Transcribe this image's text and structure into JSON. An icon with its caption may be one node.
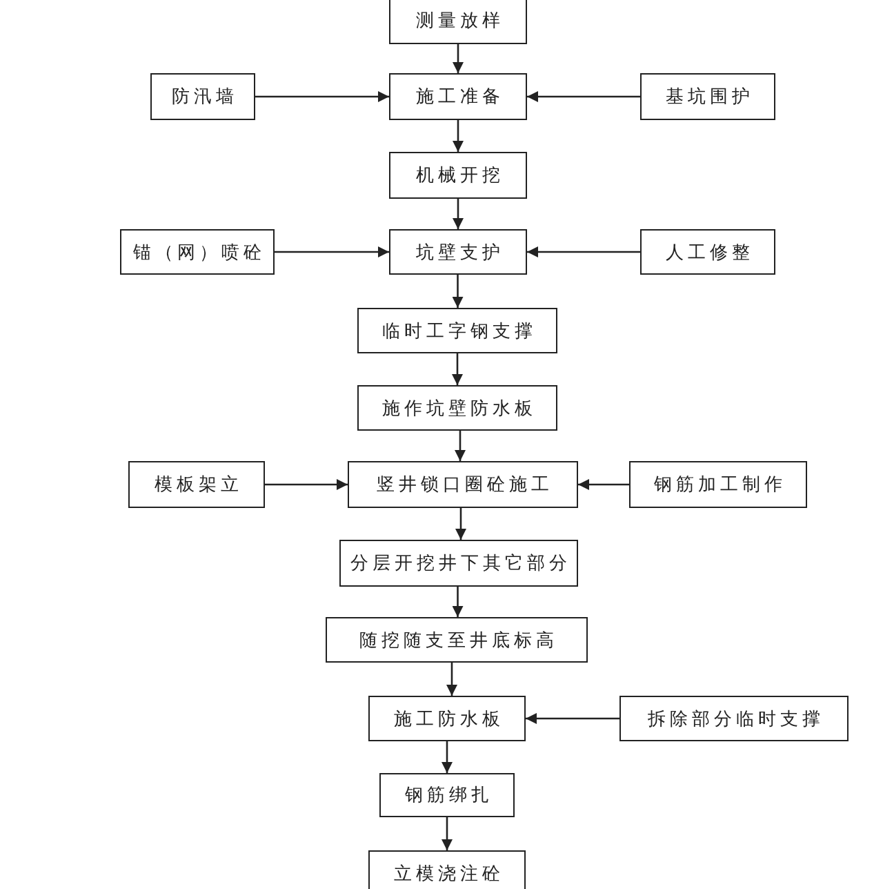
{
  "diagram": {
    "nodes": [
      {
        "text": [
          "测量放样"
        ]
      },
      {
        "text": [
          "防汛墙"
        ]
      },
      {
        "text": [
          "施工准备"
        ]
      },
      {
        "text": [
          "基坑围护"
        ]
      },
      {
        "text": [
          "机械开挖"
        ]
      },
      {
        "text": [
          "锚（网）喷砼"
        ]
      },
      {
        "text": [
          "坑壁支护"
        ]
      },
      {
        "text": [
          "人工修整"
        ]
      },
      {
        "text": [
          "临时工字钢支撑"
        ]
      },
      {
        "text": [
          "施作坑壁防水板"
        ]
      },
      {
        "text": [
          "模板架立"
        ]
      },
      {
        "text": [
          "竖井锁口圈砼施工"
        ]
      },
      {
        "text": [
          "钢筋加工制作"
        ]
      },
      {
        "text": [
          "分层开挖井下其它部分"
        ]
      },
      {
        "text": [
          "随挖随支至井底标高"
        ]
      },
      {
        "text": [
          "施工防水板"
        ]
      },
      {
        "text": [
          "拆除部分临时支撑"
        ]
      },
      {
        "text": [
          "钢筋绑扎"
        ]
      },
      {
        "text": [
          "立模浇注砼"
        ]
      }
    ],
    "edges": [
      {
        "from": 0,
        "to": 2,
        "arrow": "to"
      },
      {
        "from": 1,
        "to": 2,
        "arrow": "to"
      },
      {
        "from": 3,
        "to": 2,
        "arrow": "to"
      },
      {
        "from": 2,
        "to": 4,
        "arrow": "to"
      },
      {
        "from": 4,
        "to": 6,
        "arrow": "to"
      },
      {
        "from": 5,
        "to": 6,
        "arrow": "to"
      },
      {
        "from": 7,
        "to": 6,
        "arrow": "to"
      },
      {
        "from": 6,
        "to": 8,
        "arrow": "to"
      },
      {
        "from": 8,
        "to": 9,
        "arrow": "to"
      },
      {
        "from": 9,
        "to": 11,
        "arrow": "to"
      },
      {
        "from": 10,
        "to": 11,
        "arrow": "to"
      },
      {
        "from": 12,
        "to": 11,
        "arrow": "to"
      },
      {
        "from": 11,
        "to": 13,
        "arrow": "to"
      },
      {
        "from": 13,
        "to": 14,
        "arrow": "to"
      },
      {
        "from": 14,
        "to": 15,
        "arrow": "to"
      },
      {
        "from": 16,
        "to": 15,
        "arrow": "to"
      },
      {
        "from": 15,
        "to": 17,
        "arrow": "to"
      },
      {
        "from": 17,
        "to": 18,
        "arrow": "to"
      }
    ]
  }
}
